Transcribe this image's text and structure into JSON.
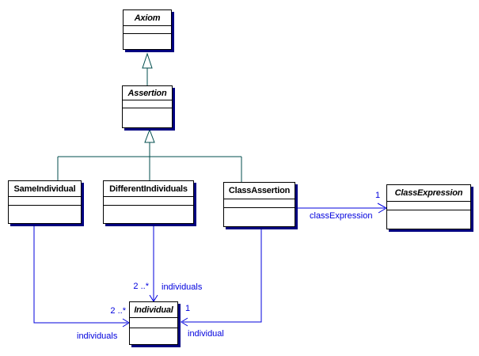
{
  "classes": {
    "axiom": {
      "name": "Axiom",
      "abstract": true
    },
    "assertion": {
      "name": "Assertion",
      "abstract": true
    },
    "same_individual": {
      "name": "SameIndividual",
      "abstract": false
    },
    "different_individuals": {
      "name": "DifferentIndividuals",
      "abstract": false
    },
    "class_assertion": {
      "name": "ClassAssertion",
      "abstract": false
    },
    "class_expression": {
      "name": "ClassExpression",
      "abstract": true
    },
    "individual": {
      "name": "Individual",
      "abstract": true
    }
  },
  "associations": {
    "class_assertion_to_class_expression": {
      "from": "ClassAssertion",
      "to": "ClassExpression",
      "role": "classExpression",
      "multiplicity": "1"
    },
    "class_assertion_to_individual": {
      "from": "ClassAssertion",
      "to": "Individual",
      "role": "individual",
      "multiplicity": "1"
    },
    "same_individual_to_individual": {
      "from": "SameIndividual",
      "to": "Individual",
      "role": "individuals",
      "multiplicity": "2 ..*"
    },
    "different_individuals_to_individual": {
      "from": "DifferentIndividuals",
      "to": "Individual",
      "role": "individuals",
      "multiplicity": "2 ..*"
    }
  },
  "generalizations": [
    {
      "from": "Assertion",
      "to": "Axiom"
    },
    {
      "from": "SameIndividual",
      "to": "Assertion"
    },
    {
      "from": "DifferentIndividuals",
      "to": "Assertion"
    },
    {
      "from": "ClassAssertion",
      "to": "Assertion"
    }
  ],
  "colors": {
    "association": "#0000dd",
    "generalization": "#004d4d",
    "box_shadow": "#000080",
    "box_border": "#000000",
    "background": "#ffffff"
  }
}
